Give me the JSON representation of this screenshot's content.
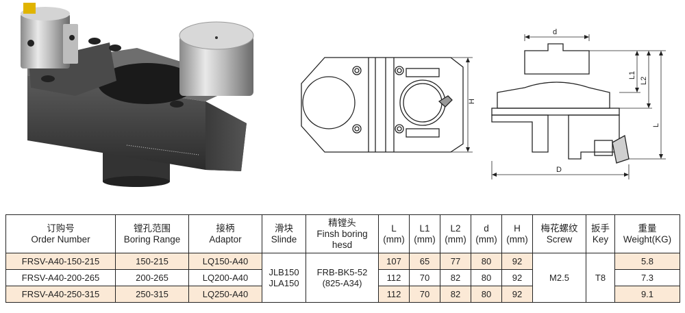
{
  "figures": {
    "dim_labels": {
      "d": "d",
      "H": "H",
      "L1": "L1",
      "L2": "L2",
      "L": "L",
      "D": "D"
    }
  },
  "table": {
    "headers": [
      {
        "cn": "订购号",
        "en": "Order Number"
      },
      {
        "cn": "镗孔范围",
        "en": "Boring Range"
      },
      {
        "cn": "接柄",
        "en": "Adaptor"
      },
      {
        "cn": "滑块",
        "en": "Slinde"
      },
      {
        "cn": "精镗头",
        "en": "Finsh boring hesd"
      },
      {
        "cn": "L",
        "en": "(mm)"
      },
      {
        "cn": "L1",
        "en": "(mm)"
      },
      {
        "cn": "L2",
        "en": "(mm)"
      },
      {
        "cn": "d",
        "en": "(mm)"
      },
      {
        "cn": "H",
        "en": "(mm)"
      },
      {
        "cn": "梅花螺纹",
        "en": "Screw"
      },
      {
        "cn": "扳手",
        "en": "Key"
      },
      {
        "cn": "重量",
        "en": "Weight(KG)"
      }
    ],
    "rows": [
      {
        "order": "FRSV-A40-150-215",
        "range": "150-215",
        "adaptor": "LQ150-A40",
        "L": "107",
        "L1": "65",
        "L2": "77",
        "d": "80",
        "H": "92",
        "weight": "5.8"
      },
      {
        "order": "FRSV-A40-200-265",
        "range": "200-265",
        "adaptor": "LQ200-A40",
        "L": "112",
        "L1": "70",
        "L2": "82",
        "d": "80",
        "H": "92",
        "weight": "7.3"
      },
      {
        "order": "FRSV-A40-250-315",
        "range": "250-315",
        "adaptor": "LQ250-A40",
        "L": "112",
        "L1": "70",
        "L2": "82",
        "d": "80",
        "H": "92",
        "weight": "9.1"
      }
    ],
    "shared": {
      "slide_1": "JLB150",
      "slide_2": "JLA150",
      "head_1": "FRB-BK5-52",
      "head_2": "(825-A34)",
      "screw": "M2.5",
      "key": "T8"
    }
  }
}
